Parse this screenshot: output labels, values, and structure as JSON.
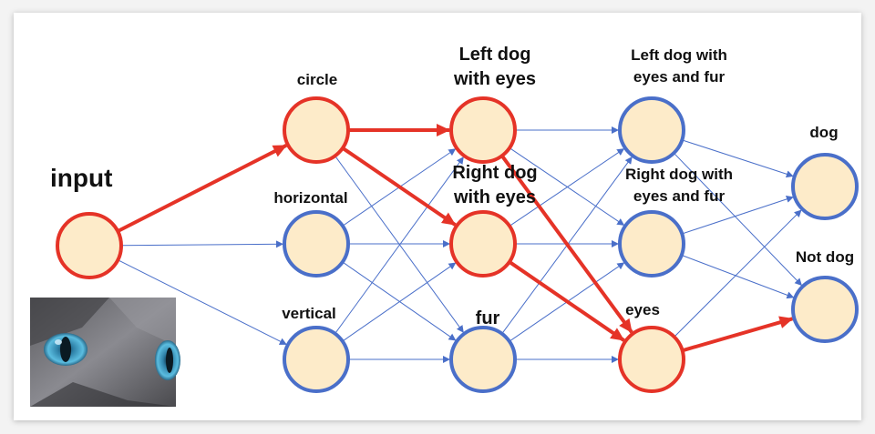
{
  "colors": {
    "node_fill": "#fdebc9",
    "inactive_stroke": "#4a6fc9",
    "active_stroke": "#e53327",
    "edge_blue": "#4a6fc9",
    "edge_red": "#e53327"
  },
  "input_label": "input",
  "image": {
    "icon": "cat-eyes-photo"
  },
  "nodes": [
    {
      "id": "input",
      "label": "",
      "active": true
    },
    {
      "id": "circle",
      "label": "circle",
      "active": true
    },
    {
      "id": "horizontal",
      "label": "horizontal",
      "active": false
    },
    {
      "id": "vertical",
      "label": "vertical",
      "active": false
    },
    {
      "id": "left_dog_eyes",
      "label": "Left dog|with eyes",
      "active": true
    },
    {
      "id": "right_dog_eyes",
      "label": "Right dog|with eyes",
      "active": true
    },
    {
      "id": "fur",
      "label": "fur",
      "active": false
    },
    {
      "id": "left_dog_eyes_fur",
      "label": "Left dog with|eyes and fur",
      "active": false
    },
    {
      "id": "right_dog_eyes_fur",
      "label": "Right dog with|eyes and fur",
      "active": false
    },
    {
      "id": "eyes",
      "label": "eyes",
      "active": true
    },
    {
      "id": "dog",
      "label": "dog",
      "active": false
    },
    {
      "id": "not_dog",
      "label": "Not dog",
      "active": false
    }
  ],
  "red_edges": [
    [
      "input",
      "circle"
    ],
    [
      "circle",
      "left_dog_eyes"
    ],
    [
      "circle",
      "right_dog_eyes"
    ],
    [
      "left_dog_eyes",
      "eyes"
    ],
    [
      "right_dog_eyes",
      "eyes"
    ],
    [
      "eyes",
      "not_dog"
    ]
  ],
  "blue_edges": [
    [
      "input",
      "horizontal"
    ],
    [
      "input",
      "vertical"
    ],
    [
      "circle",
      "fur"
    ],
    [
      "horizontal",
      "left_dog_eyes"
    ],
    [
      "horizontal",
      "right_dog_eyes"
    ],
    [
      "horizontal",
      "fur"
    ],
    [
      "vertical",
      "left_dog_eyes"
    ],
    [
      "vertical",
      "right_dog_eyes"
    ],
    [
      "vertical",
      "fur"
    ],
    [
      "left_dog_eyes",
      "left_dog_eyes_fur"
    ],
    [
      "left_dog_eyes",
      "right_dog_eyes_fur"
    ],
    [
      "right_dog_eyes",
      "left_dog_eyes_fur"
    ],
    [
      "right_dog_eyes",
      "right_dog_eyes_fur"
    ],
    [
      "fur",
      "left_dog_eyes_fur"
    ],
    [
      "fur",
      "right_dog_eyes_fur"
    ],
    [
      "fur",
      "eyes"
    ],
    [
      "left_dog_eyes_fur",
      "dog"
    ],
    [
      "left_dog_eyes_fur",
      "not_dog"
    ],
    [
      "right_dog_eyes_fur",
      "dog"
    ],
    [
      "right_dog_eyes_fur",
      "not_dog"
    ],
    [
      "eyes",
      "dog"
    ]
  ]
}
